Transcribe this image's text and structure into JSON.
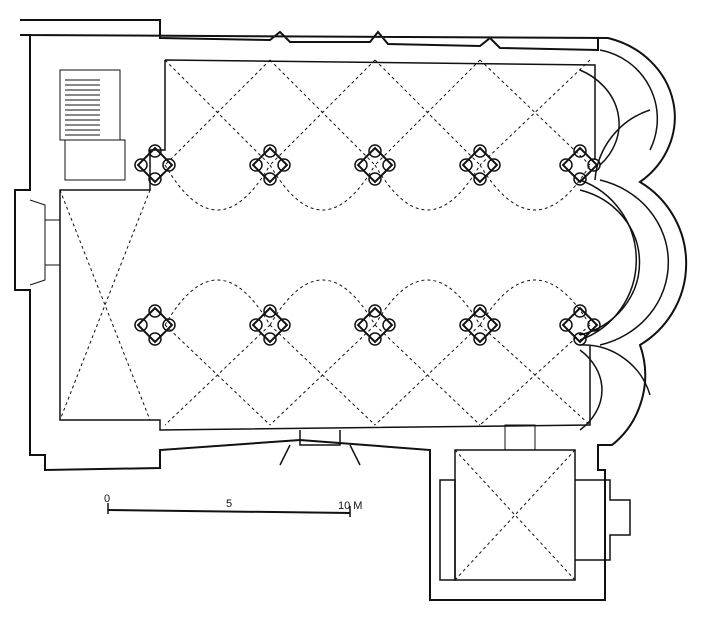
{
  "scale_bar": {
    "label_start": "0",
    "label_mid": "5",
    "label_end": "10 M"
  },
  "colors": {
    "ink": "#111111",
    "paper": "#ffffff"
  }
}
